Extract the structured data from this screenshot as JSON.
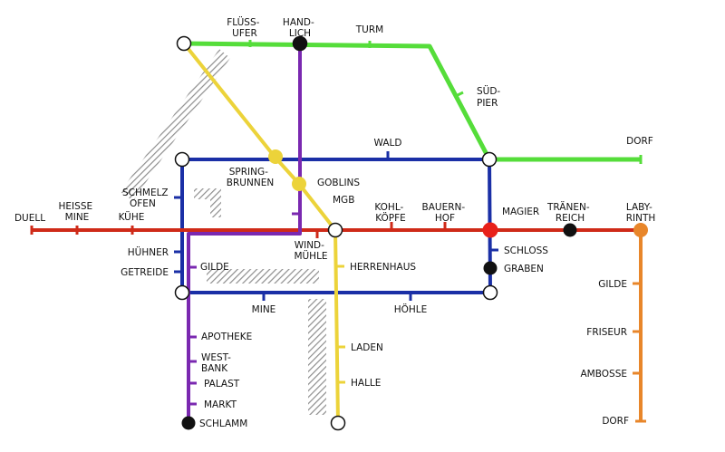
{
  "colors": {
    "green": "#55dd3a",
    "blue": "#1a2fa6",
    "red": "#cf2a18",
    "purple": "#7a28b0",
    "yellow": "#ecd33a",
    "orange": "#e8862a",
    "hatch": "#9a9a9a",
    "terminal_red": "#e8201a",
    "terminal_black": "#111111"
  },
  "lines": [
    {
      "id": "green",
      "name": ""
    },
    {
      "id": "blue",
      "name": ""
    },
    {
      "id": "red",
      "name": ""
    },
    {
      "id": "purple",
      "name": ""
    },
    {
      "id": "yellow",
      "name": ""
    },
    {
      "id": "orange",
      "name": ""
    }
  ],
  "labels": {
    "flussufer": [
      "FLÜSS-",
      "UFER"
    ],
    "handlich": [
      "HAND-",
      "LICH"
    ],
    "turm": [
      "TURM"
    ],
    "suedpier": [
      "SÜD-",
      "PIER"
    ],
    "dorf_east": [
      "DORF"
    ],
    "wald": [
      "WALD"
    ],
    "springbrunnen": [
      "SPRING-",
      "BRUNNEN"
    ],
    "goblins": [
      "GOBLINS"
    ],
    "mgb": [
      "MGB"
    ],
    "schmelzofen": [
      "SCHMELZ",
      "OFEN"
    ],
    "duell": [
      "DUELL"
    ],
    "heisse_mine": [
      "HEISSE",
      "MINE"
    ],
    "kuehe": [
      "KÜHE"
    ],
    "kohlkoepfe": [
      "KOHL-",
      "KÖPFE"
    ],
    "bauernhof": [
      "BAUERN-",
      "HOF"
    ],
    "magier": [
      "MAGIER"
    ],
    "traenenreich": [
      "TRÄNEN-",
      "REICH"
    ],
    "labyrinth": [
      "LABY-",
      "RINTH"
    ],
    "huehner": [
      "HÜHNER"
    ],
    "getreide": [
      "GETREIDE"
    ],
    "gilde_west": [
      "GILDE"
    ],
    "windmuehle": [
      "WIND-",
      "MÜHLE"
    ],
    "herrenhaus": [
      "HERRENHAUS"
    ],
    "schloss": [
      "SCHLOSS"
    ],
    "graben": [
      "GRABEN"
    ],
    "gilde_east": [
      "GILDE"
    ],
    "mine": [
      "MINE"
    ],
    "hoehle": [
      "HÖHLE"
    ],
    "friseur": [
      "FRISEUR"
    ],
    "apotheke": [
      "APOTHEKE"
    ],
    "westbank": [
      "WEST-",
      "BANK"
    ],
    "palast": [
      "PALAST"
    ],
    "markt": [
      "MARKT"
    ],
    "schlamm": [
      "SCHLAMM"
    ],
    "laden": [
      "LADEN"
    ],
    "halle": [
      "HALLE"
    ],
    "ambosse": [
      "AMBOSSE"
    ],
    "dorf_south": [
      "DORF"
    ]
  }
}
